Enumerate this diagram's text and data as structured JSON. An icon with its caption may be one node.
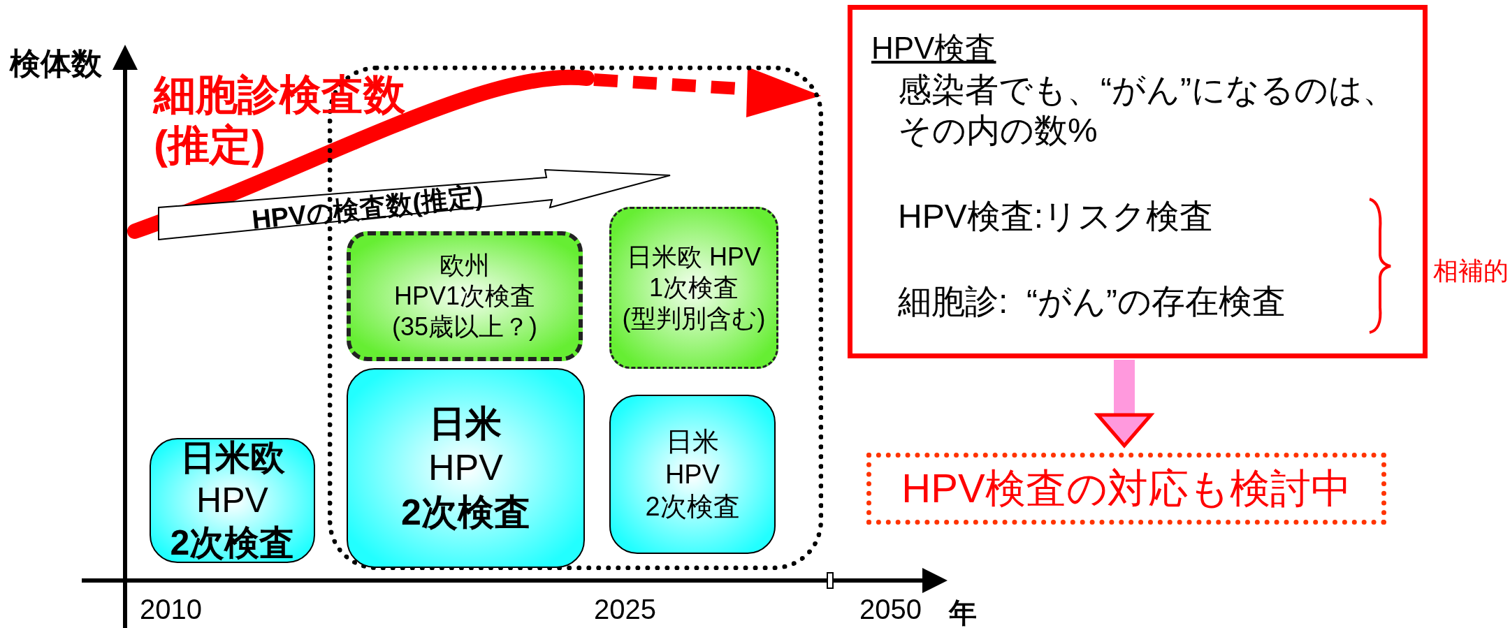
{
  "diagram": {
    "nodes": [
      {
        "text": [],
        "shape": "box"
      },
      {
        "text": [
          "**日米欧** HPV **2次検査**"
        ]
      },
      {
        "text": [
          "欧州 HPV1次検査 (35歳以上？)"
        ],
        "in": 0
      },
      {
        "text": [
          "日米欧 HPV 1次検査 (型判別含む)"
        ],
        "in": 0
      },
      {
        "text": [
          "**日米** HPV **2次検査**"
        ],
        "in": 0
      },
      {
        "text": [
          "日米 HPV 2次検査"
        ],
        "in": 0
      },
      {
        "text": [
          "HPV検査",
          "感染者でも、“がん”になるのは、その内の数%",
          "HPV検査:リスク検査",
          "細胞診:  “がん”の存在検査"
        ],
        "beside": [
          "相補的"
        ]
      },
      {
        "text": [
          "HPV検査の対応も検討中"
        ]
      }
    ],
    "edges": [
      {
        "from": 6,
        "to": 7,
        "arrow": "to"
      }
    ],
    "labels": [
      "検体数",
      "細胞診検査数 (推定)",
      "HPVの検査数(推定)",
      "2010",
      "2025",
      "2050",
      "年"
    ]
  }
}
